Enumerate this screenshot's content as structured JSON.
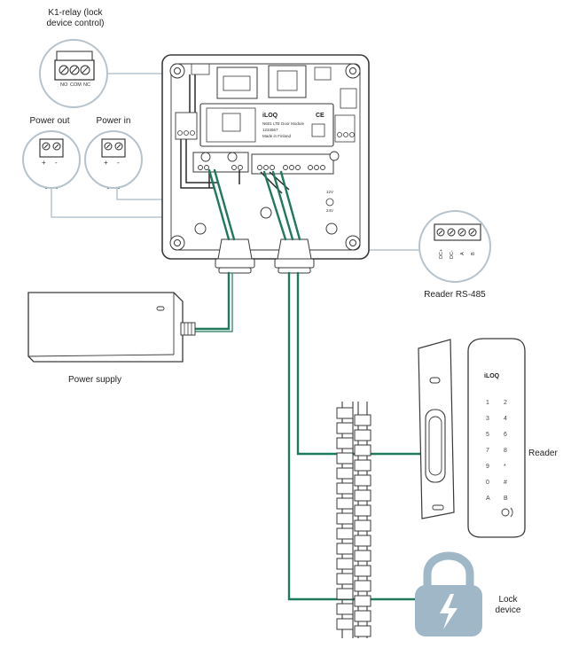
{
  "labels": {
    "k1_relay_line1": "K1-relay (lock",
    "k1_relay_line2": "device control)",
    "power_out": "Power out",
    "power_in": "Power in",
    "reader_rs485": "Reader RS-485",
    "power_supply": "Power supply",
    "reader": "Reader",
    "lock_line1": "Lock",
    "lock_line2": "device"
  },
  "relay_pins": [
    "NO",
    "COM",
    "NC"
  ],
  "power_pins": [
    "+",
    "-"
  ],
  "rs485_pins": [
    "DC+",
    "DC-",
    "A",
    "B"
  ],
  "module": {
    "brand": "iLOQ",
    "ce": "CE",
    "model": "N601 LTE Door Module",
    "serial": "1234567",
    "origin": "Made in Finland",
    "label_12v": "12V",
    "label_24v": "24V"
  },
  "reader_device": {
    "brand": "iLOQ",
    "keys": [
      "1",
      "2",
      "3",
      "4",
      "5",
      "6",
      "7",
      "8",
      "9",
      "*",
      "0",
      "#",
      "A",
      "B"
    ]
  },
  "colors": {
    "wire_green": "#1f7a5a",
    "outline": "#3a3a3a",
    "callout": "#b7c3cc",
    "lock_body": "#9fb7c7",
    "box_fill": "#ffffff"
  },
  "icons": {
    "lock": "padlock-lightning-icon"
  }
}
